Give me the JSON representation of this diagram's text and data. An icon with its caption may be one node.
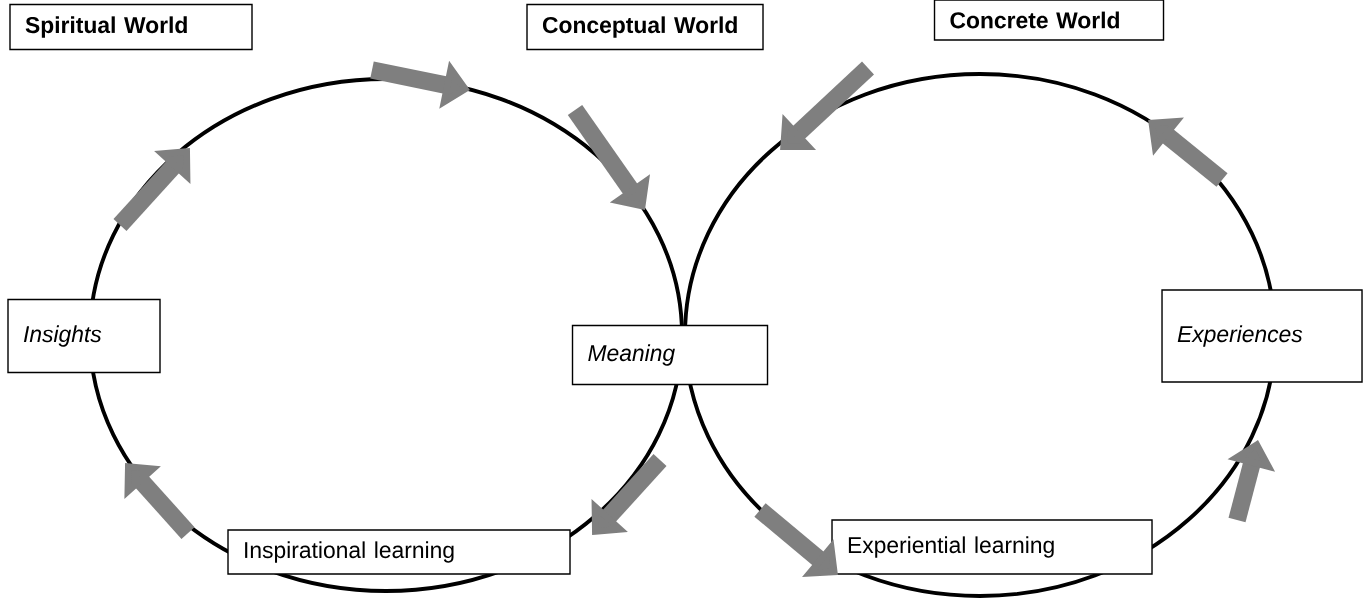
{
  "diagram": {
    "nodes": [
      {
        "text": [
          "Spiritual World"
        ]
      },
      {
        "text": [
          "Conceptual World"
        ]
      },
      {
        "text": [
          "Concrete World"
        ]
      },
      {
        "text": [
          "Insights"
        ]
      },
      {
        "text": [
          "Meaning"
        ]
      },
      {
        "text": [
          "Experiences"
        ]
      },
      {
        "text": [
          "Inspirational learning"
        ]
      },
      {
        "text": [
          "Experiential learning"
        ]
      }
    ]
  }
}
